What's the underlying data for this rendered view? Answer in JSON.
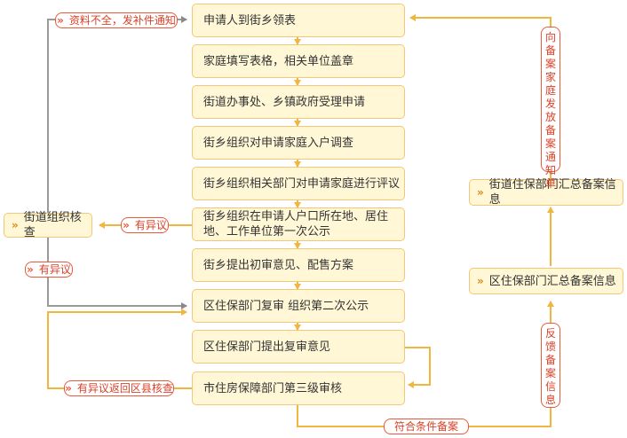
{
  "main_steps": [
    "申请人到街乡领表",
    "家庭填写表格，相关单位盖章",
    "街道办事处、乡镇政府受理申请",
    "街乡组织对申请家庭入户调查",
    "街乡组织相关部门对申请家庭进行评议",
    "街乡组织在申请人户口所在地、居住地、工作单位第一次公示",
    "街乡提出初审意见、配售方案",
    "区住保部门复审 组织第二次公示",
    "区住保部门提出复审意见",
    "市住房保障部门第三级审核"
  ],
  "side_boxes": {
    "left_check": "街道组织核查",
    "district_summary": "区住保部门汇总备案信息",
    "street_summary": "街道住保部门汇总备案信息"
  },
  "labels": {
    "incomplete": "资料不全，发补件通知",
    "objection_1": "有异议",
    "objection_2": "有异议",
    "objection_return": "有异议返回区县核查",
    "qualified_record": "符合条件备案",
    "feedback": "反馈备案信息",
    "notify": "向备案家庭发放备案通知单"
  },
  "colors": {
    "box_fill": "#fff7d6",
    "box_border": "#f3c77a",
    "arrow": "#f0b63f",
    "gray_line": "#9a9a9a",
    "pill_red": "#d9412a"
  }
}
